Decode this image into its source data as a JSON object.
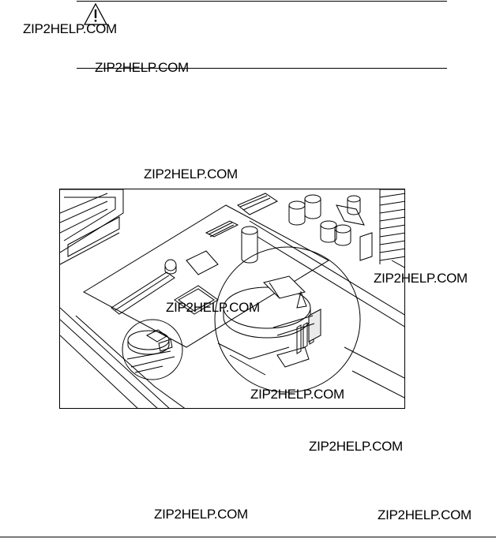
{
  "document": {
    "type": "manual-page",
    "warning_icon": "warning-triangle-icon",
    "figure_description_icon": "motherboard-battery-illustration",
    "watermarks": [
      "ZIP2HELP.COM",
      "ZIP2HELP.COM",
      "ZIP2HELP.COM",
      "ZIP2HELP.COM",
      "ZIP2HELP.COM",
      "ZIP2HELP.COM",
      "ZIP2HELP.COM",
      "ZIP2HELP.COM",
      "ZIP2HELP.COM"
    ]
  }
}
